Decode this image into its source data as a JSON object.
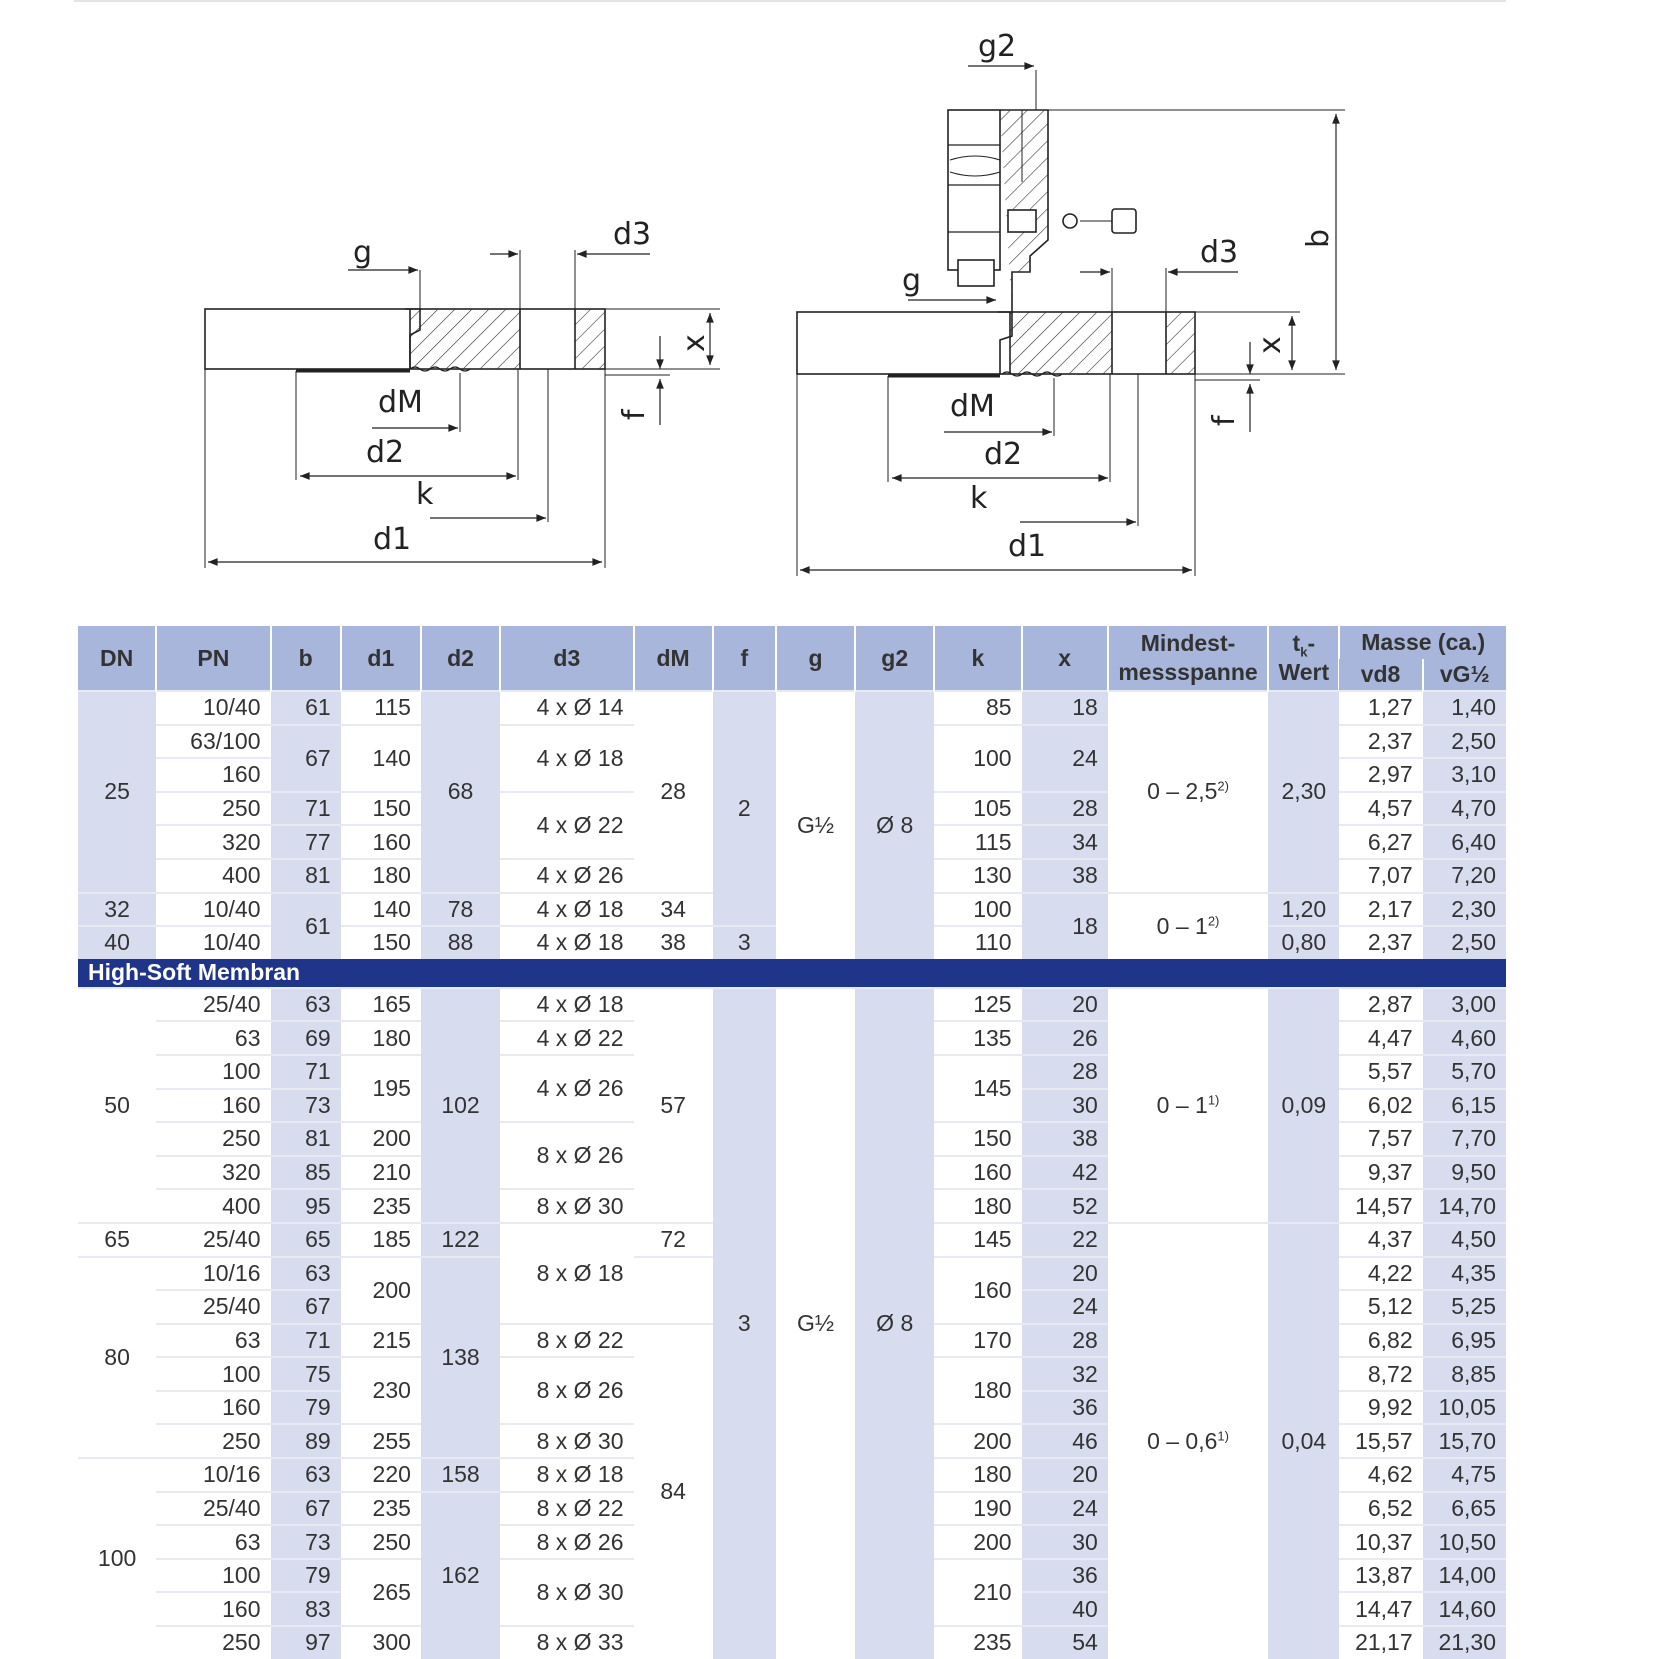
{
  "drawing": {
    "left": {
      "g": "g",
      "d3": "d3",
      "x": "x",
      "f": "f",
      "dM": "dM",
      "d2": "d2",
      "k": "k",
      "d1": "d1"
    },
    "right": {
      "g2": "g2",
      "b": "b",
      "g": "g",
      "d3": "d3",
      "x": "x",
      "f": "f",
      "dM": "dM",
      "d2": "d2",
      "k": "k",
      "d1": "d1"
    }
  },
  "table": {
    "headers": {
      "dn": "DN",
      "pn": "PN",
      "b": "b",
      "d1": "d1",
      "d2": "d2",
      "d3": "d3",
      "dm": "dM",
      "f": "f",
      "g": "g",
      "g2": "g2",
      "k": "k",
      "x": "x",
      "mindest_line1": "Mindest-",
      "mindest_line2": "messspanne",
      "tk_t": "t",
      "tk_k": "k",
      "tk_dash": "-",
      "tk_line2": "Wert",
      "masse": "Masse (ca.)",
      "vd8": "vd8",
      "vg": "vG½"
    },
    "section_label": "High-Soft Membran",
    "rows": [
      {
        "dn": "25",
        "pn": "10/40",
        "b": "61",
        "d1": "115",
        "d2": "68",
        "d3": "4 x Ø 14",
        "dm": "28",
        "f": "2",
        "g": "G½",
        "g2": "Ø 8",
        "k": "85",
        "x": "18",
        "mm": "0 – 2,5",
        "mm_sup": "2)",
        "tk": "2,30",
        "vd8": "1,27",
        "vg": "1,40"
      },
      {
        "pn": "63/100",
        "b": "67",
        "d1": "140",
        "d3": "4 x Ø 18",
        "k": "100",
        "x": "24",
        "vd8": "2,37",
        "vg": "2,50"
      },
      {
        "pn": "160",
        "vd8": "2,97",
        "vg": "3,10"
      },
      {
        "pn": "250",
        "b": "71",
        "d1": "150",
        "d3": "4 x Ø 22",
        "k": "105",
        "x": "28",
        "vd8": "4,57",
        "vg": "4,70"
      },
      {
        "pn": "320",
        "b": "77",
        "d1": "160",
        "k": "115",
        "x": "34",
        "vd8": "6,27",
        "vg": "6,40"
      },
      {
        "pn": "400",
        "b": "81",
        "d1": "180",
        "d3": "4 x Ø 26",
        "k": "130",
        "x": "38",
        "vd8": "7,07",
        "vg": "7,20"
      },
      {
        "dn": "32",
        "pn": "10/40",
        "b": "61",
        "d1": "140",
        "d2": "78",
        "d3": "4 x Ø 18",
        "dm": "34",
        "k": "100",
        "x": "18",
        "mm": "0 – 1",
        "mm_sup": "2)",
        "tk": "1,20",
        "vd8": "2,17",
        "vg": "2,30"
      },
      {
        "dn": "40",
        "pn": "10/40",
        "d1": "150",
        "d2": "88",
        "d3": "4 x Ø 18",
        "dm": "38",
        "f": "3",
        "k": "110",
        "tk": "0,80",
        "vd8": "2,37",
        "vg": "2,50"
      },
      {
        "dn": "50",
        "pn": "25/40",
        "b": "63",
        "d1": "165",
        "d2": "102",
        "d3": "4 x Ø 18",
        "dm": "57",
        "f": "3",
        "g": "G½",
        "g2": "Ø 8",
        "k": "125",
        "x": "20",
        "mm": "0 – 1",
        "mm_sup": "1)",
        "tk": "0,09",
        "vd8": "2,87",
        "vg": "3,00"
      },
      {
        "pn": "63",
        "b": "69",
        "d1": "180",
        "d3": "4 x Ø 22",
        "k": "135",
        "x": "26",
        "vd8": "4,47",
        "vg": "4,60"
      },
      {
        "pn": "100",
        "b": "71",
        "d1": "195",
        "d3": "4 x Ø 26",
        "k": "145",
        "x": "28",
        "vd8": "5,57",
        "vg": "5,70"
      },
      {
        "pn": "160",
        "b": "73",
        "x": "30",
        "vd8": "6,02",
        "vg": "6,15"
      },
      {
        "pn": "250",
        "b": "81",
        "d1": "200",
        "d3": "8 x Ø 26",
        "k": "150",
        "x": "38",
        "vd8": "7,57",
        "vg": "7,70"
      },
      {
        "pn": "320",
        "b": "85",
        "d1": "210",
        "k": "160",
        "x": "42",
        "vd8": "9,37",
        "vg": "9,50"
      },
      {
        "pn": "400",
        "b": "95",
        "d1": "235",
        "d3": "8 x Ø 30",
        "k": "180",
        "x": "52",
        "vd8": "14,57",
        "vg": "14,70"
      },
      {
        "dn": "65",
        "pn": "25/40",
        "b": "65",
        "d1": "185",
        "d2": "122",
        "d3": "8 x Ø 18",
        "dm": "72",
        "k": "145",
        "x": "22",
        "mm": "0 – 0,6",
        "mm_sup": "1)",
        "tk": "0,04",
        "vd8": "4,37",
        "vg": "4,50"
      },
      {
        "dn": "80",
        "pn": "10/16",
        "b": "63",
        "d1": "200",
        "d2": "138",
        "k": "160",
        "x": "20",
        "vd8": "4,22",
        "vg": "4,35"
      },
      {
        "pn": "25/40",
        "b": "67",
        "x": "24",
        "vd8": "5,12",
        "vg": "5,25"
      },
      {
        "pn": "63",
        "b": "71",
        "d1": "215",
        "d3": "8 x Ø 22",
        "dm": "84",
        "k": "170",
        "x": "28",
        "vd8": "6,82",
        "vg": "6,95"
      },
      {
        "pn": "100",
        "b": "75",
        "d1": "230",
        "d3": "8 x Ø 26",
        "k": "180",
        "x": "32",
        "vd8": "8,72",
        "vg": "8,85"
      },
      {
        "pn": "160",
        "b": "79",
        "x": "36",
        "vd8": "9,92",
        "vg": "10,05"
      },
      {
        "pn": "250",
        "b": "89",
        "d1": "255",
        "d3": "8 x Ø 30",
        "k": "200",
        "x": "46",
        "vd8": "15,57",
        "vg": "15,70"
      },
      {
        "dn": "100",
        "pn": "10/16",
        "b": "63",
        "d1": "220",
        "d2": "158",
        "d3": "8 x Ø 18",
        "k": "180",
        "x": "20",
        "vd8": "4,62",
        "vg": "4,75"
      },
      {
        "pn": "25/40",
        "b": "67",
        "d1": "235",
        "d2": "162",
        "d3": "8 x Ø 22",
        "k": "190",
        "x": "24",
        "vd8": "6,52",
        "vg": "6,65"
      },
      {
        "pn": "63",
        "b": "73",
        "d1": "250",
        "d3": "8 x Ø 26",
        "k": "200",
        "x": "30",
        "vd8": "10,37",
        "vg": "10,50"
      },
      {
        "pn": "100",
        "b": "79",
        "d1": "265",
        "d3": "8 x Ø 30",
        "k": "210",
        "x": "36",
        "vd8": "13,87",
        "vg": "14,00"
      },
      {
        "pn": "160",
        "b": "83",
        "x": "40",
        "vd8": "14,47",
        "vg": "14,60"
      },
      {
        "pn": "250",
        "b": "97",
        "d1": "300",
        "d3": "8 x Ø 33",
        "k": "235",
        "x": "54",
        "vd8": "21,17",
        "vg": "21,30"
      }
    ]
  }
}
